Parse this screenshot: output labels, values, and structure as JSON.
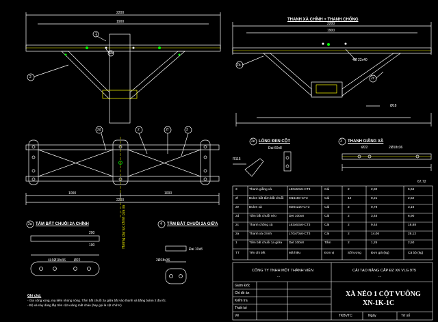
{
  "titles": {
    "main_beam": "THANH XÀ CHÍNH + THANH CHỐNG",
    "angle_part": "LÒNG ĐEN CỘT",
    "tie_bar": "THANH GIẰNG XÀ",
    "plate_2a": "TẤM BẮT CHUỖI 2A CHÍNH",
    "plate_2b": "TẤM BẮT CHUỖI 2A GIỮA",
    "pole_center": "Hướng cây lực chính cửa xà"
  },
  "callouts": {
    "c2_top": "2",
    "c1_top": "1",
    "c2a": "2a",
    "c2b": "2b",
    "c2c": "2c",
    "c2d": "2d",
    "c2e": "2e",
    "c2f": "2f",
    "c3": "3",
    "c4": "4",
    "c2_plan": "2",
    "c2a_plan": "2a",
    "c3_plan": "3"
  },
  "dims": {
    "top_overall": "2200",
    "top_sub": "1900",
    "beam_overall": "2200",
    "beam_sub": "1900",
    "plan_overall": "2200",
    "plan_sub_left": "1000",
    "plan_sub_right": "1000",
    "bolt_note": "4Ø 22x40",
    "tie_note": "Ø22",
    "tie_len": "2Ø18x36",
    "r115": "R115",
    "washer_note": "Đai 60x8",
    "plate_2a_dim": "4L6Ø18x36",
    "plate_2a_hole": "Ø22",
    "plate_2b_dim": "2Ø18x36",
    "plate_2b_note": "Đai 10x8",
    "r_note": "Ø18",
    "beam_label_200": "200",
    "beam_label_100": "100"
  },
  "total_weight": "67,72",
  "bom": {
    "headers": [
      "TT",
      "Tên chi tiết",
      "Mã hiệu",
      "Đơn vị",
      "Số lượng",
      "Đơn giá (kg)",
      "Cả bộ (kg)"
    ],
    "rows": [
      [
        "3",
        "Thanh giằng xà",
        "L50x50x5-CT3",
        "Cái",
        "2",
        "2,82",
        "5,64"
      ],
      [
        "2f",
        "Bulon bắt tấm bắt chuỗi",
        "M16x50-CT3",
        "Cái",
        "12",
        "0,21",
        "2,52"
      ],
      [
        "2e",
        "Bulon xà",
        "M20x220-CT3",
        "Cái",
        "2",
        "0,78",
        "3,16"
      ],
      [
        "2d",
        "Tấm bắt chuỗi néo",
        "Dẹt 100x8",
        "Cái",
        "2",
        "3,45",
        "6,90"
      ],
      [
        "2c",
        "Thanh chống xà",
        "L63x63x6-CT3",
        "Cái",
        "2",
        "9,44",
        "18,88"
      ],
      [
        "2a",
        "Thanh xà chính",
        "L70x70x6-CT3",
        "Cái",
        "2",
        "14,06",
        "28,12"
      ],
      [
        "1",
        "Tấm bắt chuỗi 1a giữa",
        "Dẹt 100x8",
        "Tấm",
        "2",
        "1,25",
        "2,50"
      ]
    ]
  },
  "title_block": {
    "company": "CÔNG TY TNHH MỘT THÀNH VIÊN",
    "company_dots": "...",
    "project": "CẢI TẠO NÂNG CẤP ĐZ XK VLG 975",
    "project_dots": "...",
    "roles": [
      "Giám Đốc",
      "Chỉ đề án",
      "Kiểm tra",
      "Thiết kế",
      "Vẽ"
    ],
    "drawing_name_1": "XÀ NÉO 1 CỘT VUÔNG",
    "drawing_name_2": "XN-1K-1C",
    "sheet_code": "TKBVTC",
    "date_label": "Ngày",
    "sheet_label": "Tờ số"
  },
  "notes": {
    "heading": "Ghi chú:",
    "line1": "- Gia công xong, mạ kẽm nhúng nóng. Tấm bắt chuỗi 2a giữa bắt vào thanh xà bằng bulon 2 đai ốc.",
    "line2": "- Bộ xà này dùng lắp trên cột vuông mắt cháo (hay gọi là cột chữ K)"
  }
}
